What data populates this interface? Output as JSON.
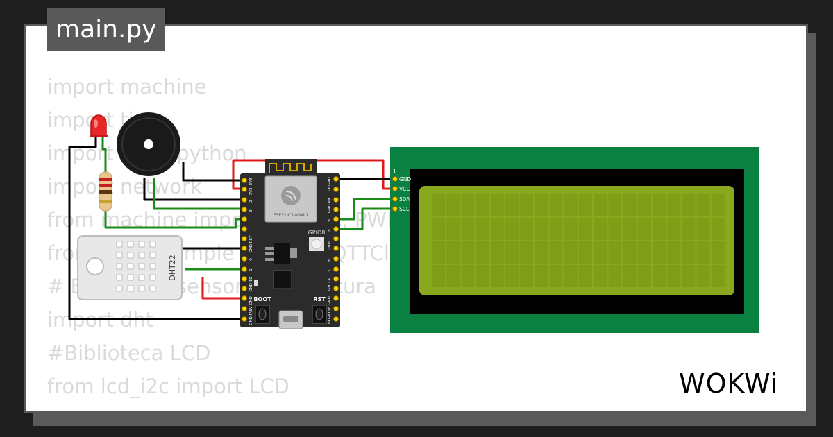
{
  "tab": {
    "title": "main.py"
  },
  "code_lines": [
    "import machine",
    "import time",
    "import micropython",
    "import network",
    "from machine import Pin, I2C, PWM",
    "from umqtt.simple import MQTTClient",
    "# Biblioteca sensor temperatura",
    "import dht",
    "#Biblioteca LCD",
    "from lcd_i2c import LCD"
  ],
  "board": {
    "chip_label": "ESP32-C3-MINI-1",
    "gpio_label": "GPIO8",
    "boot_label": "BOOT",
    "rst_label": "RST",
    "left_pins": [
      "3V3",
      "3V3",
      "2",
      "3",
      "GND RST",
      "0",
      "1",
      "GND 10",
      "5V GND",
      "GND 5V"
    ],
    "right_pins": [
      "TX GND",
      "GND RX",
      "9",
      "8",
      "GND 7",
      "6",
      "5",
      "GND 4",
      "18 GND",
      "19 GND"
    ]
  },
  "sensor": {
    "label": "DHT22"
  },
  "lcd": {
    "pin1": "1",
    "pins": [
      "GND",
      "VCC",
      "SDA",
      "SCL"
    ],
    "backlight": "#8aa81c",
    "pcb": "#0a8041"
  },
  "wires": {
    "power": "#e01818",
    "ground": "#000000",
    "signal": "#1a8a1a"
  },
  "brand": {
    "logo": "WOKWi"
  }
}
